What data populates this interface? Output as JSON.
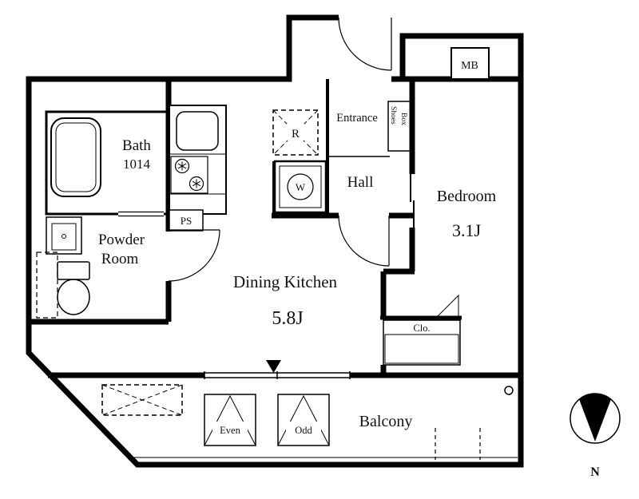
{
  "rooms": {
    "bath": {
      "name": "Bath",
      "size": "1014"
    },
    "powder_room": {
      "line1": "Powder",
      "line2": "Room"
    },
    "dining_kitchen": {
      "name": "Dining Kitchen",
      "size": "5.8J"
    },
    "hall": {
      "name": "Hall"
    },
    "entrance": {
      "name": "Entrance"
    },
    "bedroom": {
      "name": "Bedroom",
      "size": "3.1J"
    },
    "closet": {
      "name": "Clo."
    },
    "balcony": {
      "name": "Balcony"
    }
  },
  "fixtures": {
    "refrigerator": "R",
    "washing_machine": "W",
    "shoes_box": {
      "word1": "Shoes",
      "word2": "Box"
    },
    "meter_box": "MB",
    "pipe_space": "PS"
  },
  "balcony_markers": {
    "even": "Even",
    "odd": "Odd"
  },
  "compass": {
    "north": "N"
  },
  "colors": {
    "wall": "#000000",
    "fixture_fill": "#daedf7",
    "hatch_line": "#85b9d6",
    "background": "#ffffff"
  }
}
